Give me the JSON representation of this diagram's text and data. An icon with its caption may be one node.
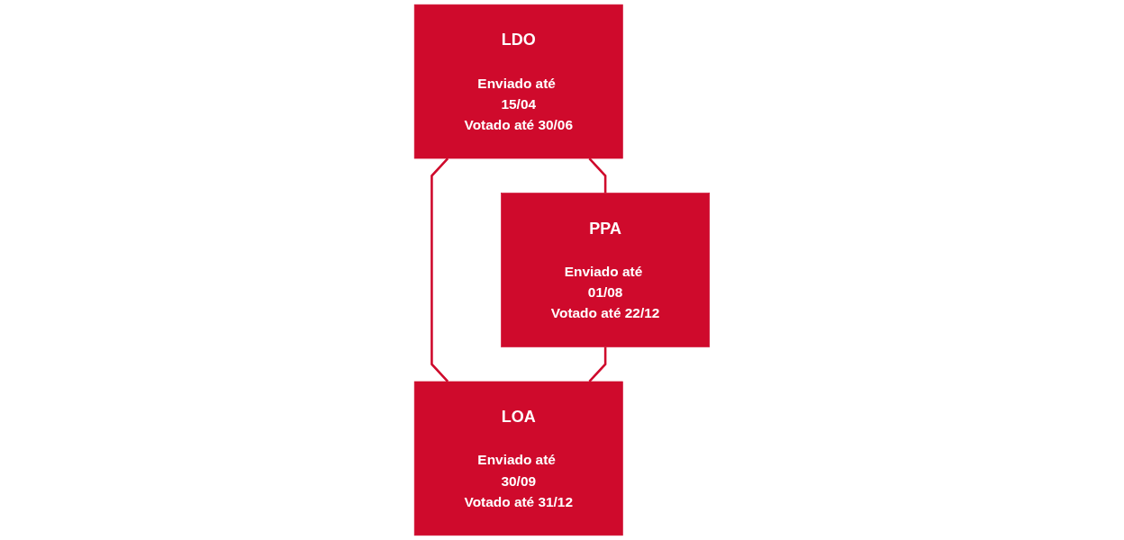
{
  "diagram": {
    "nodes": [
      {
        "text": [
          "LDO",
          "Enviado até 15/04",
          "Votado até 30/06"
        ]
      },
      {
        "text": [
          "PPA",
          "Enviado até 01/08",
          "Votado até 22/12"
        ]
      },
      {
        "text": [
          "LOA",
          "Enviado até 30/09",
          "Votado até 31/12"
        ]
      }
    ],
    "edges": [
      {
        "from": 0,
        "to": 1,
        "arrow": "none"
      },
      {
        "from": 0,
        "to": 2,
        "arrow": "none"
      },
      {
        "from": 1,
        "to": 2,
        "arrow": "none"
      }
    ]
  }
}
